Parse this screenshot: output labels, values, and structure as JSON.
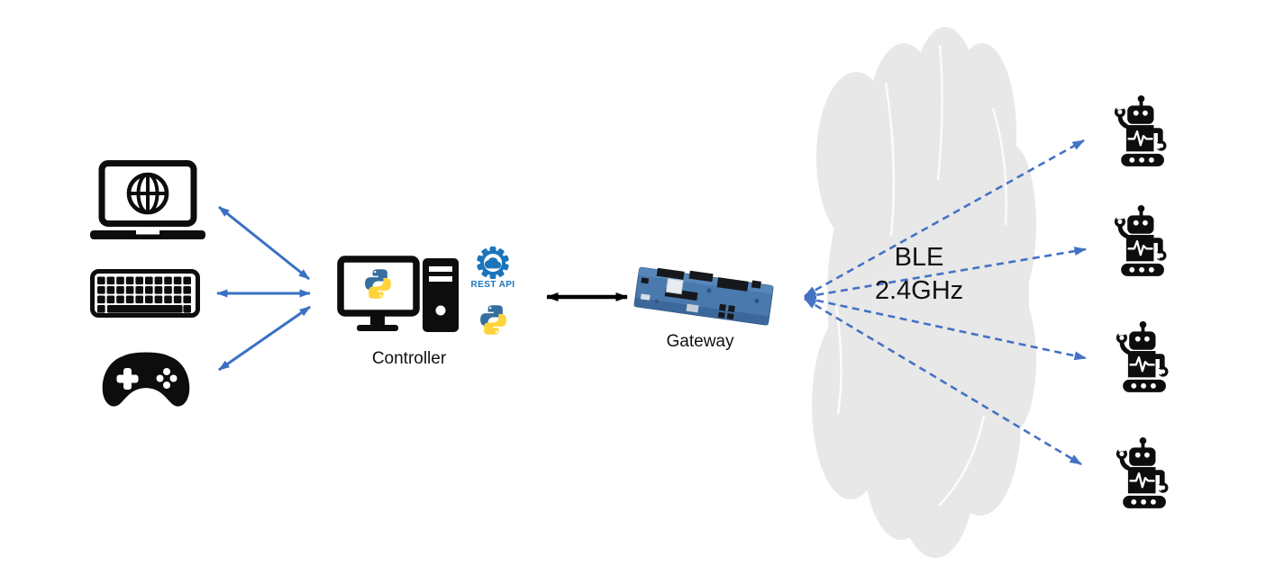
{
  "diagram": {
    "type": "architecture",
    "client_devices": [
      {
        "name": "web-client",
        "icon": "laptop-globe-icon"
      },
      {
        "name": "keyboard-input",
        "icon": "keyboard-icon"
      },
      {
        "name": "gamepad-input",
        "icon": "gamepad-icon"
      }
    ],
    "controller": {
      "label": "Controller",
      "icons": [
        "desktop-computer-icon",
        "python-logo"
      ]
    },
    "rest_api": {
      "label": "REST API",
      "icon": "rest-api-gear-cloud-icon"
    },
    "python": {
      "icon": "python-logo"
    },
    "gateway": {
      "label": "Gateway",
      "icon": "blue-dev-board-photo"
    },
    "wireless": {
      "protocol": "BLE",
      "frequency": "2.4GHz",
      "medium": "cloud-shape"
    },
    "robots": {
      "count": 4,
      "icon": "robot-icon",
      "items": [
        "robot-1",
        "robot-2",
        "robot-3",
        "robot-4"
      ]
    },
    "connections": [
      {
        "from": "web-client",
        "to": "controller",
        "style": "solid-blue-double-arrow"
      },
      {
        "from": "keyboard-input",
        "to": "controller",
        "style": "solid-blue-double-arrow"
      },
      {
        "from": "gamepad-input",
        "to": "controller",
        "style": "solid-blue-double-arrow"
      },
      {
        "from": "controller",
        "to": "gateway",
        "style": "solid-black-double-arrow"
      },
      {
        "from": "gateway",
        "to": "robot-1",
        "style": "dashed-blue-double-arrow"
      },
      {
        "from": "gateway",
        "to": "robot-2",
        "style": "dashed-blue-double-arrow"
      },
      {
        "from": "gateway",
        "to": "robot-3",
        "style": "dashed-blue-double-arrow"
      },
      {
        "from": "gateway",
        "to": "robot-4",
        "style": "dashed-blue-double-arrow"
      }
    ],
    "colors": {
      "background": "#FFFFFF",
      "solid_arrow_blue": "#3A70C4",
      "dashed_arrow_blue": "#4472C4",
      "icon_black": "#0D0D0D",
      "cloud_gray": "#E8E8E8",
      "python_blue": "#356E9F",
      "python_yellow": "#FFD43B",
      "rest_api_blue": "#1B75BB",
      "board_blue": "#4A79AE"
    }
  }
}
